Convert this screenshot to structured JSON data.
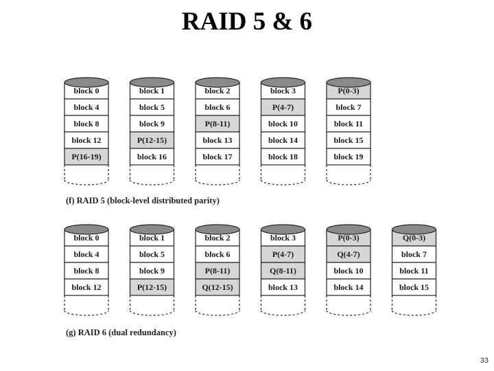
{
  "title": "RAID 5 & 6",
  "page_number": "33",
  "colors": {
    "parity_fill": "#d6d6d6",
    "data_fill": "#ffffff",
    "disk_top": "#8a8a8a",
    "stroke": "#222222"
  },
  "raid5": {
    "caption": "(f) RAID 5 (block-level distributed parity)",
    "disks": [
      {
        "cells": [
          {
            "text": "block 0",
            "parity": false
          },
          {
            "text": "block 4",
            "parity": false
          },
          {
            "text": "block 8",
            "parity": false
          },
          {
            "text": "block 12",
            "parity": false
          },
          {
            "text": "P(16-19)",
            "parity": true
          }
        ]
      },
      {
        "cells": [
          {
            "text": "block 1",
            "parity": false
          },
          {
            "text": "block 5",
            "parity": false
          },
          {
            "text": "block 9",
            "parity": false
          },
          {
            "text": "P(12-15)",
            "parity": true
          },
          {
            "text": "block 16",
            "parity": false
          }
        ]
      },
      {
        "cells": [
          {
            "text": "block 2",
            "parity": false
          },
          {
            "text": "block 6",
            "parity": false
          },
          {
            "text": "P(8-11)",
            "parity": true
          },
          {
            "text": "block 13",
            "parity": false
          },
          {
            "text": "block 17",
            "parity": false
          }
        ]
      },
      {
        "cells": [
          {
            "text": "block 3",
            "parity": false
          },
          {
            "text": "P(4-7)",
            "parity": true
          },
          {
            "text": "block 10",
            "parity": false
          },
          {
            "text": "block 14",
            "parity": false
          },
          {
            "text": "block 18",
            "parity": false
          }
        ]
      },
      {
        "cells": [
          {
            "text": "P(0-3)",
            "parity": true
          },
          {
            "text": "block 7",
            "parity": false
          },
          {
            "text": "block 11",
            "parity": false
          },
          {
            "text": "block 15",
            "parity": false
          },
          {
            "text": "block 19",
            "parity": false
          }
        ]
      }
    ]
  },
  "raid6": {
    "caption": "(g) RAID 6 (dual redundancy)",
    "disks": [
      {
        "cells": [
          {
            "text": "block 0",
            "parity": false
          },
          {
            "text": "block 4",
            "parity": false
          },
          {
            "text": "block 8",
            "parity": false
          },
          {
            "text": "block 12",
            "parity": false
          }
        ]
      },
      {
        "cells": [
          {
            "text": "block 1",
            "parity": false
          },
          {
            "text": "block 5",
            "parity": false
          },
          {
            "text": "block 9",
            "parity": false
          },
          {
            "text": "P(12-15)",
            "parity": true
          }
        ]
      },
      {
        "cells": [
          {
            "text": "block 2",
            "parity": false
          },
          {
            "text": "block 6",
            "parity": false
          },
          {
            "text": "P(8-11)",
            "parity": true
          },
          {
            "text": "Q(12-15)",
            "parity": true
          }
        ]
      },
      {
        "cells": [
          {
            "text": "block 3",
            "parity": false
          },
          {
            "text": "P(4-7)",
            "parity": true
          },
          {
            "text": "Q(8-11)",
            "parity": true
          },
          {
            "text": "block 13",
            "parity": false
          }
        ]
      },
      {
        "cells": [
          {
            "text": "P(0-3)",
            "parity": true
          },
          {
            "text": "Q(4-7)",
            "parity": true
          },
          {
            "text": "block 10",
            "parity": false
          },
          {
            "text": "block 14",
            "parity": false
          }
        ]
      },
      {
        "cells": [
          {
            "text": "Q(0-3)",
            "parity": true
          },
          {
            "text": "block 7",
            "parity": false
          },
          {
            "text": "block 11",
            "parity": false
          },
          {
            "text": "block 15",
            "parity": false
          }
        ]
      }
    ]
  }
}
